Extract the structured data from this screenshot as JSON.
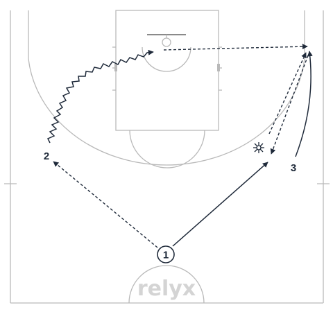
{
  "players": {
    "p1": "1",
    "p2": "2",
    "p3": "3"
  },
  "watermark": "relyx",
  "colors": {
    "court_lines": "#b9b9b9",
    "ink": "#1f2a3a",
    "watermark": "#d4d4d4",
    "background": "#ffffff"
  }
}
